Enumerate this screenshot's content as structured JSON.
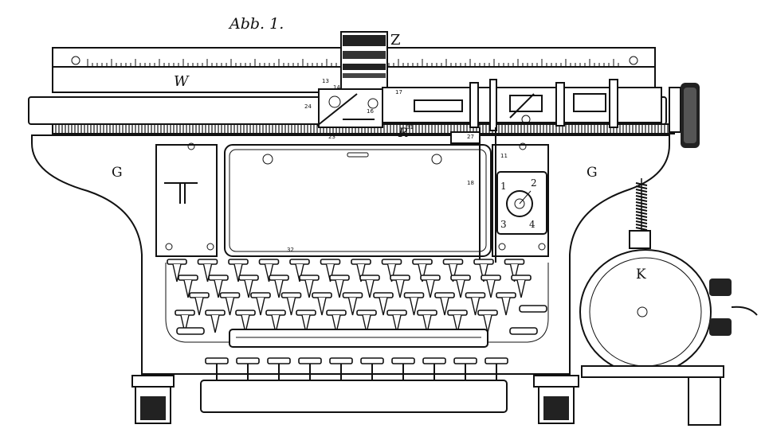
{
  "figure": {
    "caption": "Abb. 1.",
    "labels": {
      "Z": "Z",
      "W": "W",
      "R": "R",
      "G_left": "G",
      "G_right": "G",
      "K": "K"
    },
    "part_numbers": {
      "n13": "13",
      "n14": "14",
      "n16": "16",
      "n17": "17",
      "n18": "18",
      "n23": "23",
      "n24": "24",
      "n27": "27",
      "n31": "31",
      "n32": "32",
      "n11": "11"
    },
    "dial_numbers": {
      "d1": "1",
      "d2": "2",
      "d3": "3",
      "d4": "4"
    }
  }
}
